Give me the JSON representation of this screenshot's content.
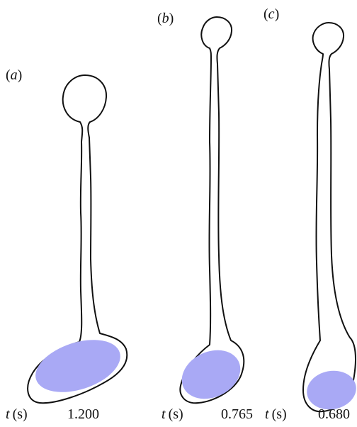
{
  "panels": [
    {
      "label_open": "(",
      "label_letter": "a",
      "label_close": ")",
      "time_var": "t",
      "time_unit": "(s)",
      "time_value": "1.200"
    },
    {
      "label_open": "(",
      "label_letter": "b",
      "label_close": ")",
      "time_var": "t",
      "time_unit": "(s)",
      "time_value": "0.765"
    },
    {
      "label_open": "(",
      "label_letter": "c",
      "label_close": ")",
      "time_var": "t",
      "time_unit": "(s)",
      "time_value": "0.680"
    }
  ],
  "colors": {
    "outline": "#111111",
    "fill": "#a9a9f5",
    "background": "#ffffff"
  }
}
